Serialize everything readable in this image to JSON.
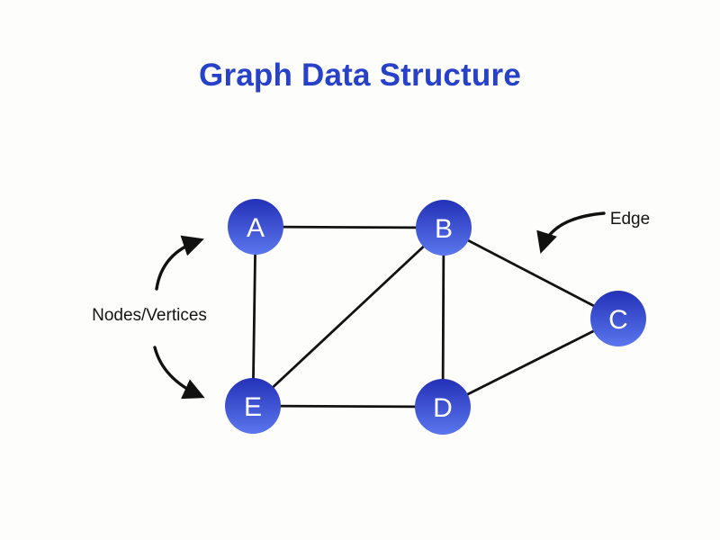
{
  "title": "Graph Data Structure",
  "annotations": {
    "edge_label": "Edge",
    "nodes_label": "Nodes/Vertices"
  },
  "colors": {
    "title_blue": "#2741c9",
    "node_gradient_top": "#2331b7",
    "node_gradient_bottom": "#5b77ee",
    "edge_black": "#121212",
    "background": "#fdfdfb"
  },
  "graph": {
    "nodes": [
      {
        "id": "A",
        "label": "A"
      },
      {
        "id": "B",
        "label": "B"
      },
      {
        "id": "C",
        "label": "C"
      },
      {
        "id": "D",
        "label": "D"
      },
      {
        "id": "E",
        "label": "E"
      }
    ],
    "edges": [
      "A-B",
      "A-E",
      "B-C",
      "B-D",
      "B-E",
      "C-D",
      "D-E"
    ]
  }
}
